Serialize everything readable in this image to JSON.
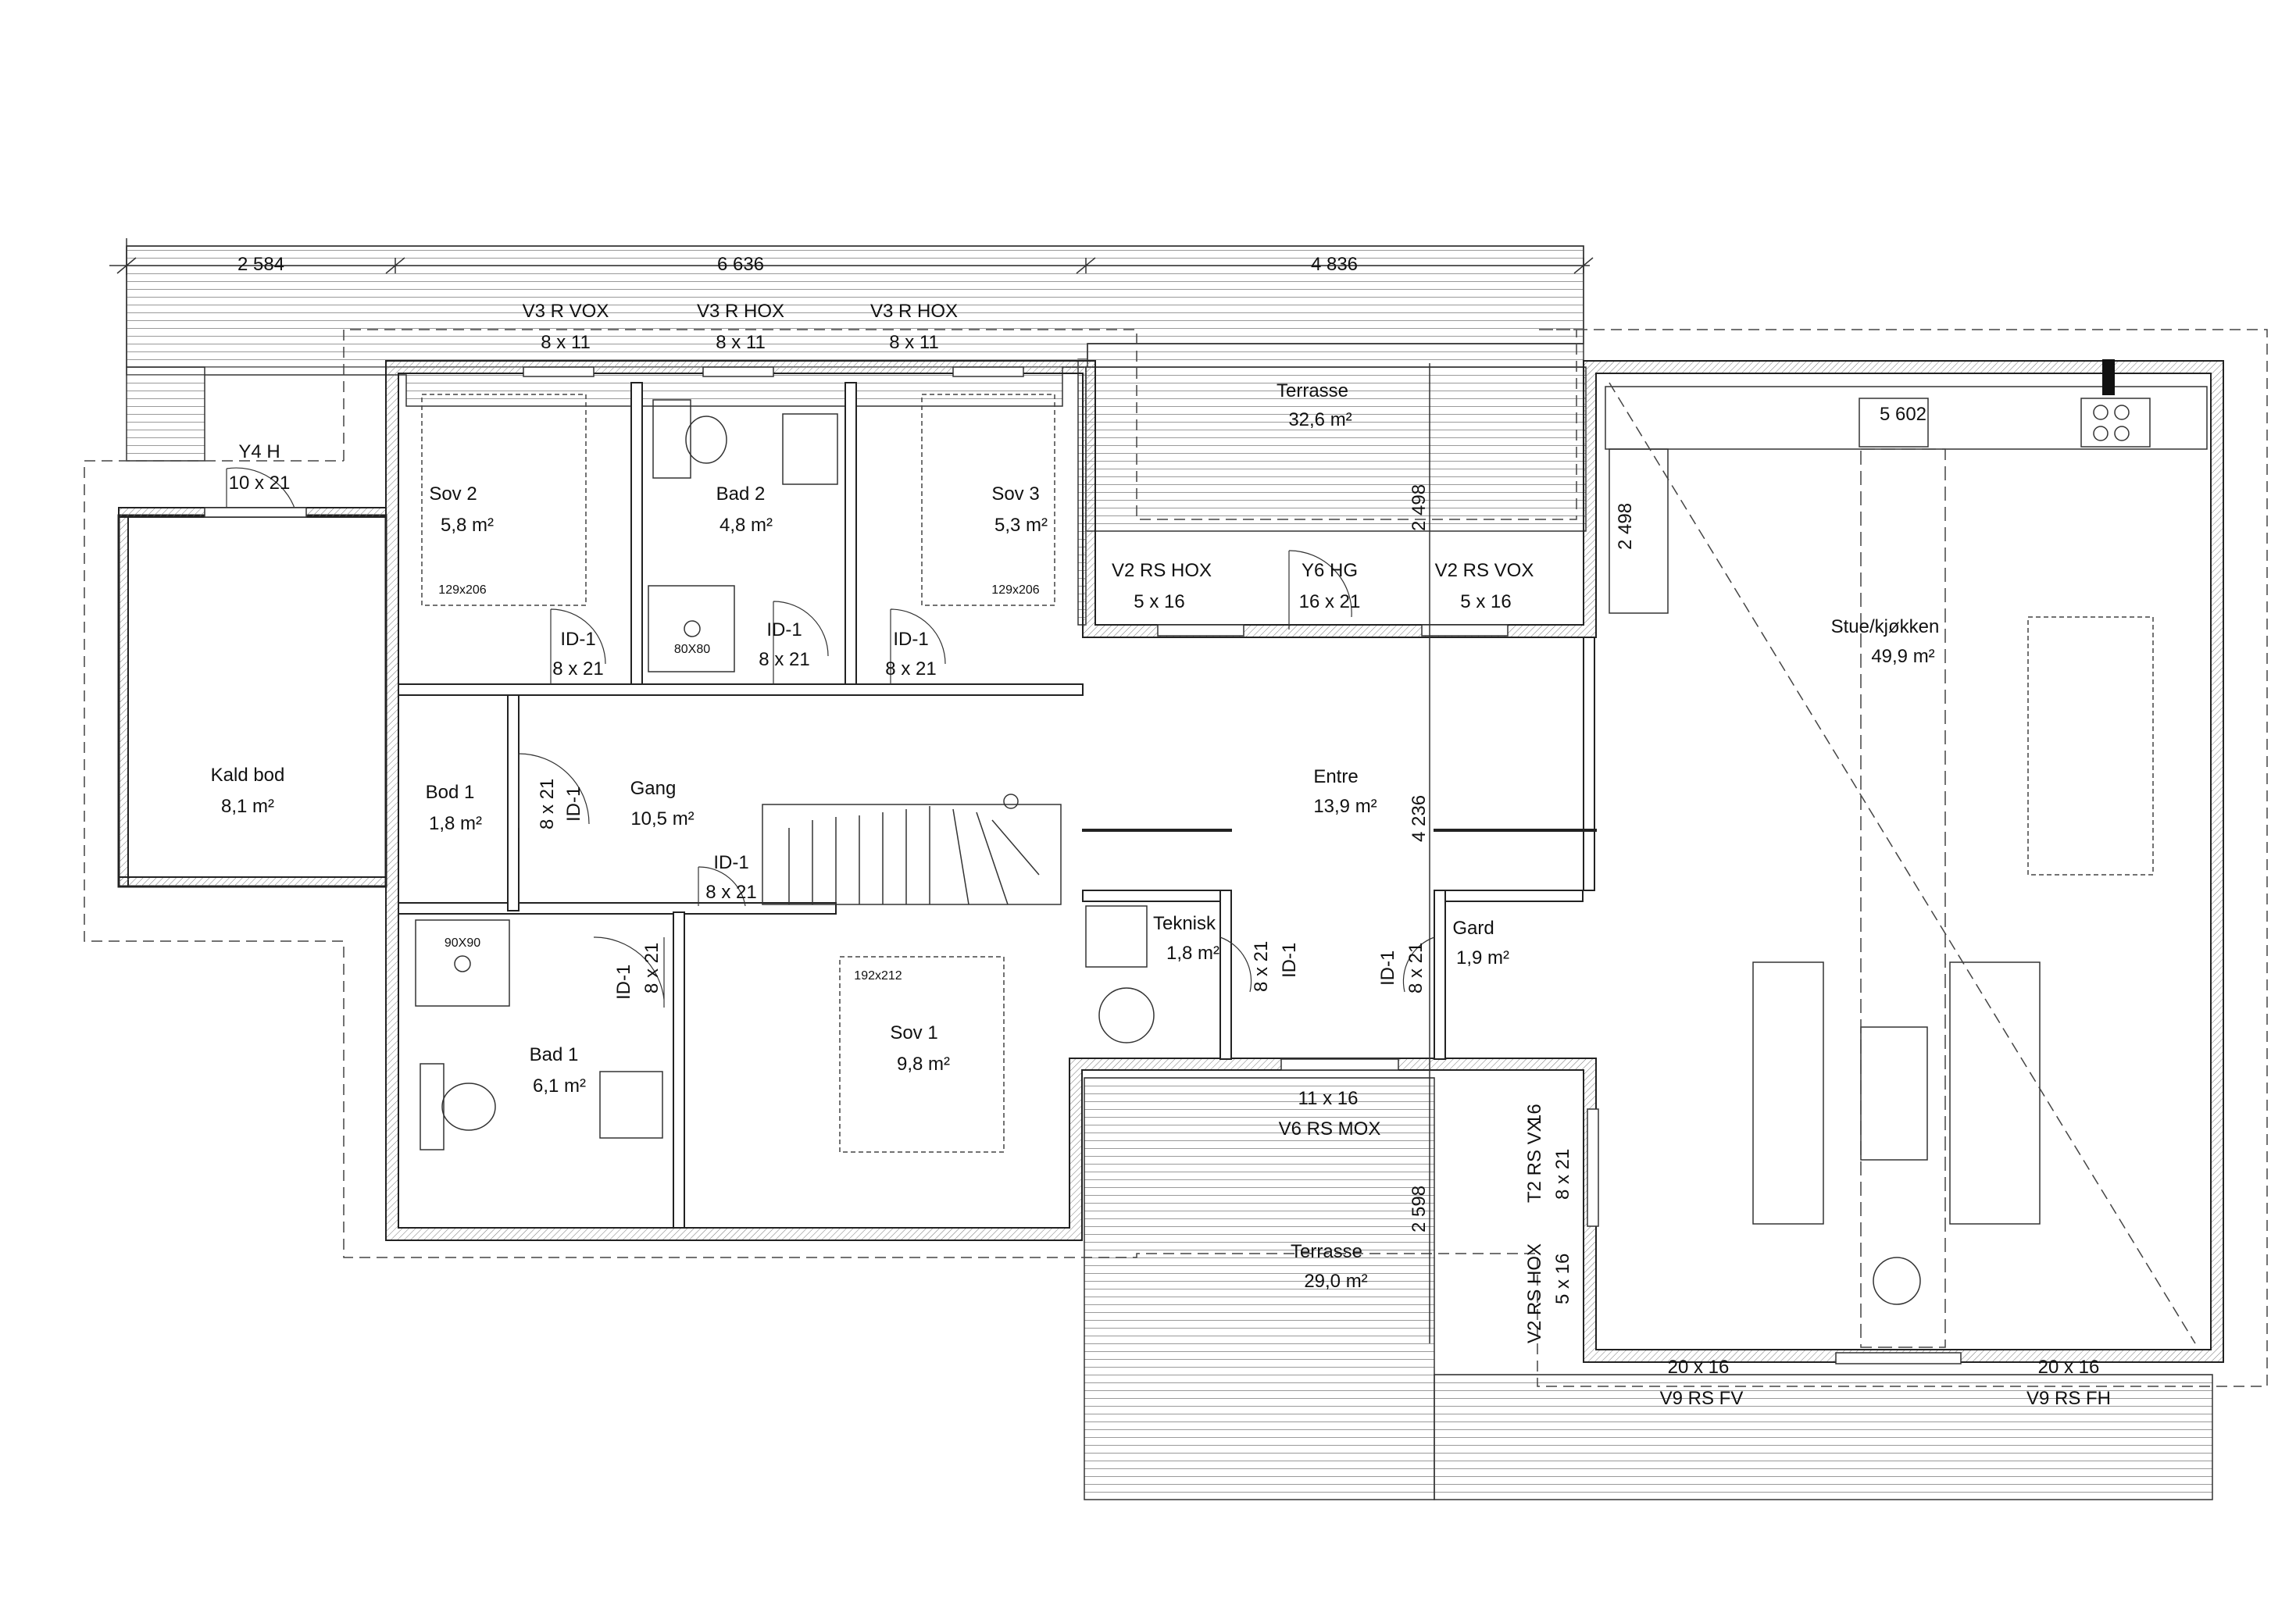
{
  "dimensions": {
    "top_left": "2 584",
    "top_mid": "6 636",
    "top_right": "4 836",
    "terrace_north_depth": "2 498",
    "living_north_depth": "2 498",
    "entry_depth": "4 236",
    "terrace_south_depth": "2 598",
    "kitchen_width": "5 602"
  },
  "windows": {
    "w1_type": "V3 R VOX",
    "w1_size": "8 x 11",
    "w2_type": "V3 R HOX",
    "w2_size": "8 x 11",
    "w3_type": "V3 R HOX",
    "w3_size": "8 x 11",
    "w4_type": "V2 RS HOX",
    "w4_size": "5 x 16",
    "w5_type": "Y6 HG",
    "w5_size": "16 x 21",
    "w6_type": "V2 RS VOX",
    "w6_size": "5 x 16",
    "w7_size": "11 x 16",
    "w7_type": "V6 RS MOX",
    "w8_type": "V2 RS HOX",
    "w8_size": "5 x 16",
    "w9_type": "T2 RS VX",
    "w9_size": "16",
    "w10_size": "8 x 21",
    "w11_size": "20 x 16",
    "w11_type": "V9 RS FV",
    "w12_size": "20 x 16",
    "w12_type": "V9 RS FH",
    "y4_type": "Y4 H",
    "y4_size": "10 x 21"
  },
  "doors": {
    "d1_type": "ID-1",
    "d1_size": "8 x 21",
    "d2_type": "ID-1",
    "d2_size": "8 x 21",
    "d3_type": "ID-1",
    "d3_size": "8 x 21",
    "d4_type": "ID-1",
    "d4_size": "8 x 21",
    "d5_type": "ID-1",
    "d5_size": "8 x 21",
    "d6_type": "ID-1",
    "d6_size": "8 x 21",
    "d7_type": "ID-1",
    "d7_size": "8 x 21",
    "d8_type": "ID-1",
    "d8_size": "8 x 21"
  },
  "rooms": {
    "kald_bod": {
      "name": "Kald bod",
      "area": "8,1 m²"
    },
    "sov2": {
      "name": "Sov 2",
      "area": "5,8 m²",
      "bed": "129x206"
    },
    "bad2": {
      "name": "Bad 2",
      "area": "4,8 m²",
      "shower": "80X80"
    },
    "sov3": {
      "name": "Sov 3",
      "area": "5,3 m²",
      "bed": "129x206"
    },
    "terrasse_n": {
      "name": "Terrasse",
      "area": "32,6 m²"
    },
    "stue": {
      "name": "Stue/kjøkken",
      "area": "49,9 m²"
    },
    "bod1": {
      "name": "Bod 1",
      "area": "1,8 m²"
    },
    "gang": {
      "name": "Gang",
      "area": "10,5 m²"
    },
    "entre": {
      "name": "Entre",
      "area": "13,9 m²"
    },
    "teknisk": {
      "name": "Teknisk",
      "area": "1,8 m²"
    },
    "gard": {
      "name": "Gard",
      "area": "1,9 m²"
    },
    "bad1": {
      "name": "Bad 1",
      "area": "6,1 m²",
      "shower": "90X90"
    },
    "sov1": {
      "name": "Sov 1",
      "area": "9,8 m²",
      "bed": "192x212"
    },
    "terrasse_s": {
      "name": "Terrasse",
      "area": "29,0 m²"
    }
  }
}
